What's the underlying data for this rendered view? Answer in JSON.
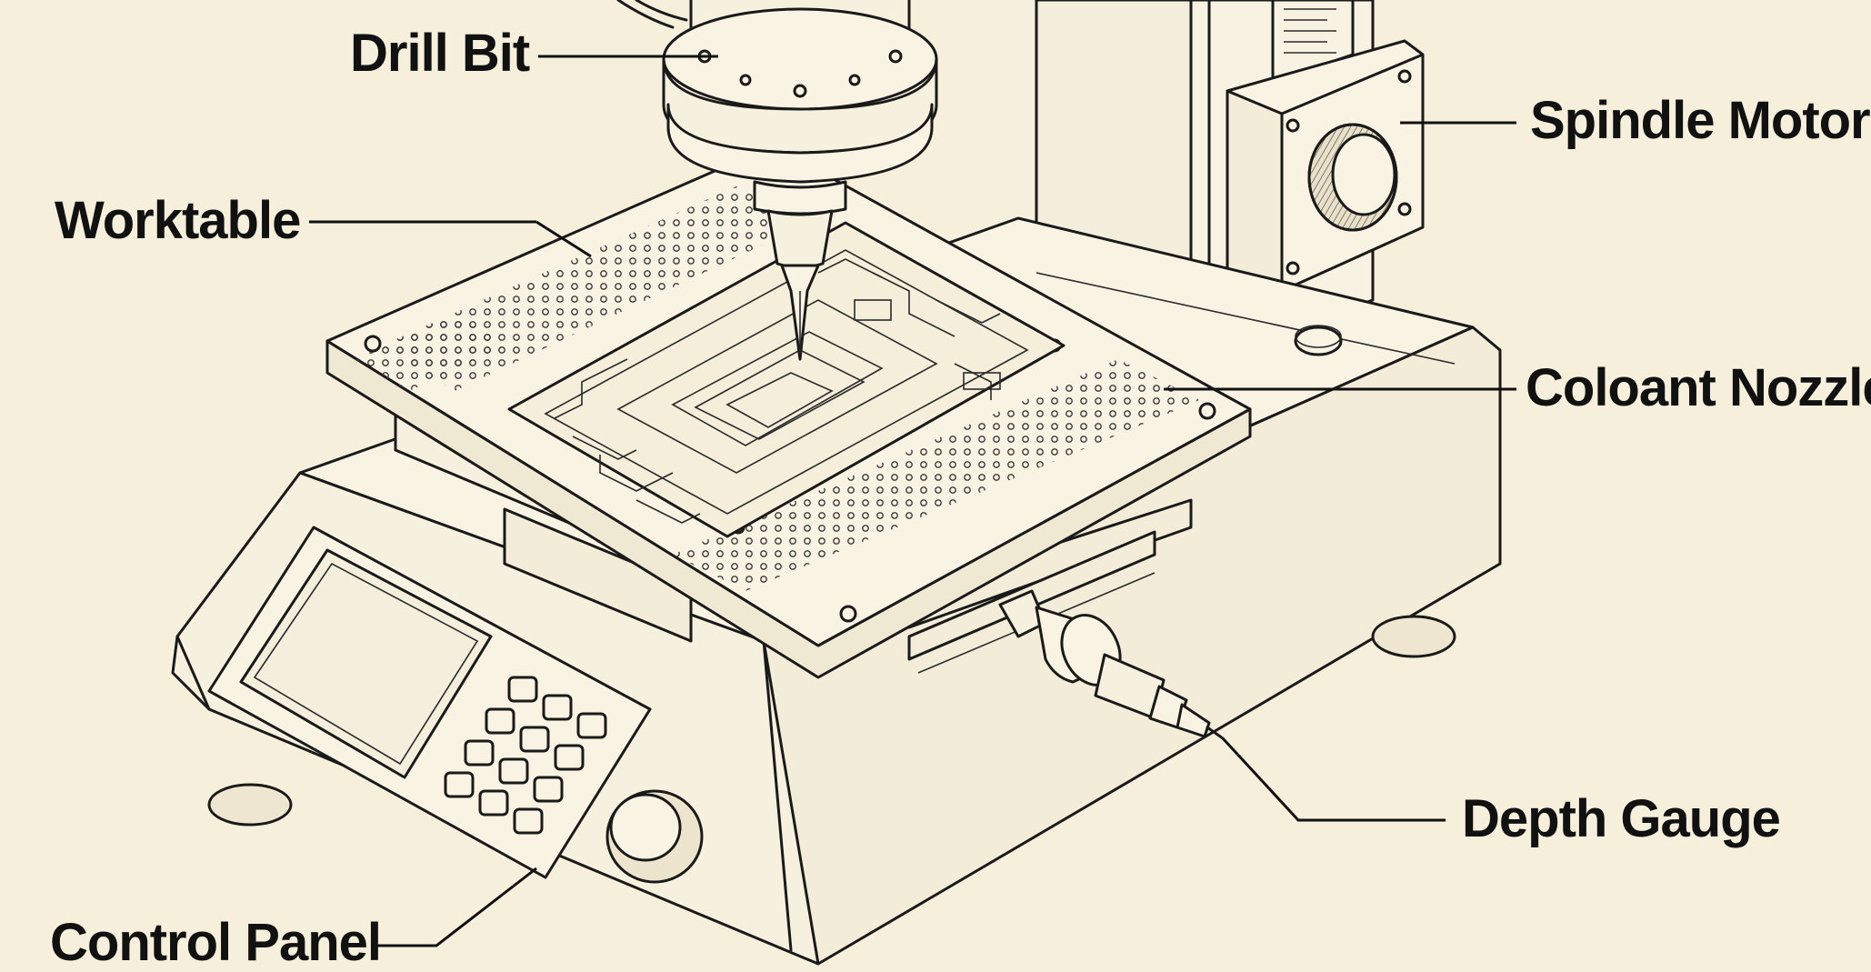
{
  "diagram": {
    "background_color": "#f5efdc",
    "ink_color": "#1a1a1a",
    "labels": {
      "drill_bit": "Drill Bit",
      "worktable": "Worktable",
      "spindle_motor": "Spindle Motor",
      "coolant_nozzle": "Coloant Nozzle",
      "depth_gauge": "Depth Gauge",
      "control_panel": "Control Panel"
    }
  }
}
